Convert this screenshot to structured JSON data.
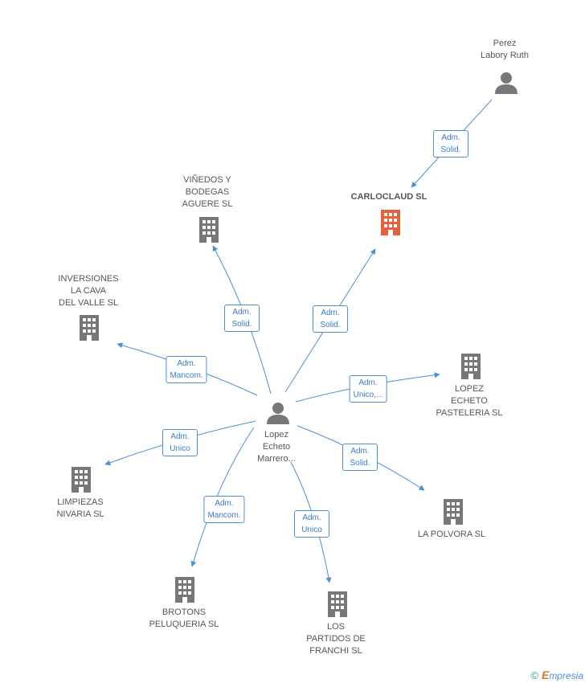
{
  "center": {
    "label": "Lopez\nEcheto\nMarrero..."
  },
  "nodes": {
    "perez": {
      "label": "Perez\nLabory Ruth"
    },
    "carloclaud": {
      "label": "CARLOCLAUD SL"
    },
    "vinedos": {
      "label": "VIÑEDOS Y\nBODEGAS\nAGUERE SL"
    },
    "inversiones": {
      "label": "INVERSIONES\nLA CAVA\nDEL VALLE SL"
    },
    "lopez_pasteleria": {
      "label": "LOPEZ\nECHETO\nPASTELERIA SL"
    },
    "limpiezas": {
      "label": "LIMPIEZAS\nNIVARIA  SL"
    },
    "polvora": {
      "label": "LA POLVORA SL"
    },
    "brotons": {
      "label": "BROTONS\nPELUQUERIA SL"
    },
    "partidos": {
      "label": "LOS\nPARTIDOS DE\nFRANCHI  SL"
    }
  },
  "edges": {
    "perez_carloclaud": "Adm.\nSolid.",
    "center_carloclaud": "Adm.\nSolid.",
    "center_vinedos": "Adm.\nSolid.",
    "center_inversiones": "Adm.\nMancom.",
    "center_pasteleria": "Adm.\nUnico,...",
    "center_limpiezas": "Adm.\nUnico",
    "center_polvora": "Adm.\nSolid.",
    "center_brotons": "Adm.\nMancom.",
    "center_partidos": "Adm.\nUnico"
  },
  "colors": {
    "edge": "#4a90d9",
    "node": "#777777",
    "focus": "#e8603c"
  },
  "footer": {
    "copyright": "©",
    "brand_first": "E",
    "brand_rest": "mpresia"
  }
}
